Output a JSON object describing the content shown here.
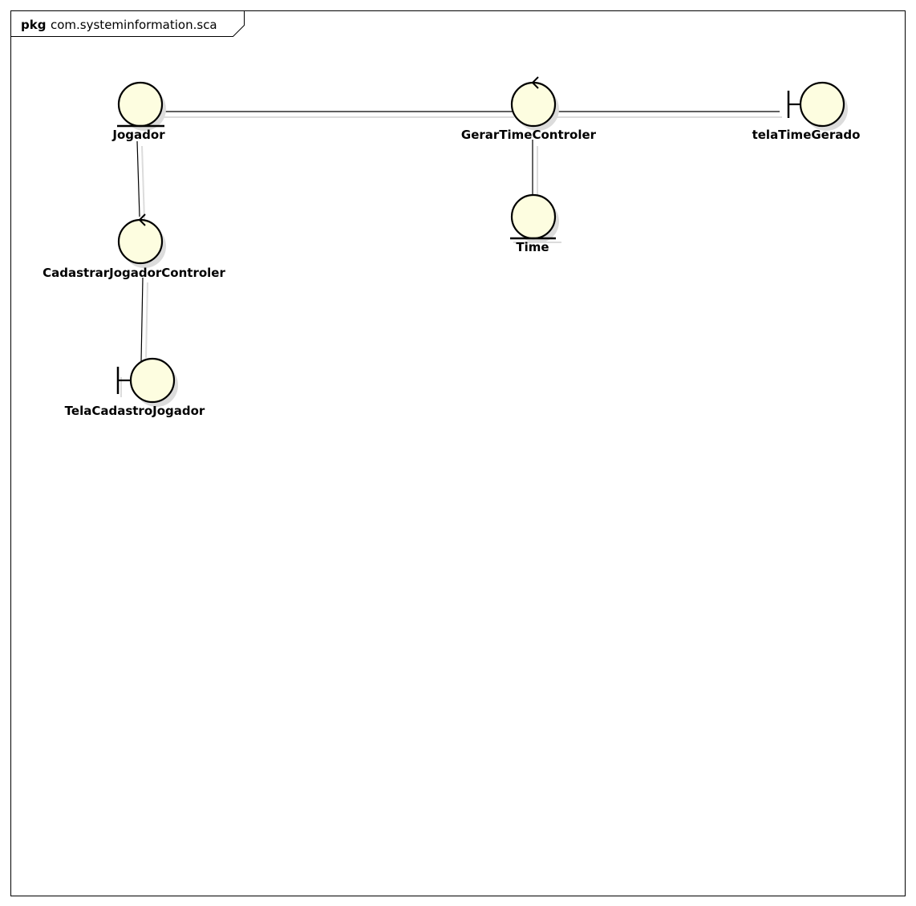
{
  "frame": {
    "keyword": "pkg",
    "name": "com.systeminformation.sca"
  },
  "elements": [
    {
      "id": "jogador",
      "stereotype": "entity",
      "label": "Jogador"
    },
    {
      "id": "gerar",
      "stereotype": "control",
      "label": "GerarTimeControler"
    },
    {
      "id": "telaTime",
      "stereotype": "boundary",
      "label": "telaTimeGerado"
    },
    {
      "id": "time",
      "stereotype": "entity",
      "label": "Time"
    },
    {
      "id": "cadastrar",
      "stereotype": "control",
      "label": "CadastrarJogadorControler"
    },
    {
      "id": "telaCadastro",
      "stereotype": "boundary",
      "label": "TelaCadastroJogador"
    }
  ],
  "links": [
    {
      "from": "jogador",
      "to": "gerar"
    },
    {
      "from": "gerar",
      "to": "telaTime"
    },
    {
      "from": "gerar",
      "to": "time"
    },
    {
      "from": "jogador",
      "to": "cadastrar"
    },
    {
      "from": "cadastrar",
      "to": "telaCadastro"
    }
  ],
  "colors": {
    "fill": "#fdfde0",
    "stroke": "#000000",
    "shadow": "#d9d9d9"
  }
}
